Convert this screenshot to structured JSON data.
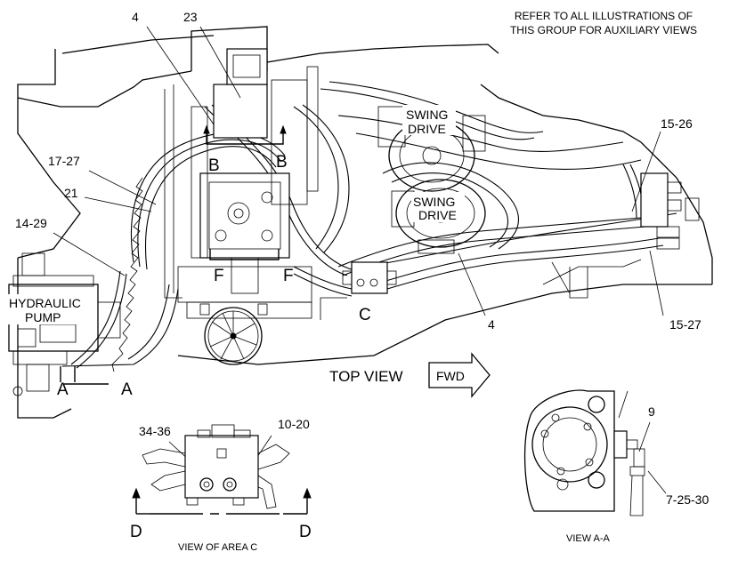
{
  "note": {
    "line1": "REFER TO ALL ILLUSTRATIONS OF",
    "line2": "THIS GROUP FOR AUXILIARY VIEWS"
  },
  "callouts": {
    "c_4_top": "4",
    "c_23": "23",
    "c_17_27": "17-27",
    "c_21": "21",
    "c_14_29": "14-29",
    "c_15_26": "15-26",
    "c_15_27": "15-27",
    "c_4_bottom": "4",
    "c_9": "9",
    "c_7_25_30": "7-25-30",
    "c_34_36": "34-36",
    "c_10_20": "10-20"
  },
  "section_letters": {
    "b_left": "B",
    "b_right": "B",
    "f_left": "F",
    "f_right": "F",
    "a_left": "A",
    "a_right": "A",
    "c": "C",
    "d_left": "D",
    "d_right": "D"
  },
  "components": {
    "swing_drive_top": [
      "SWING",
      "DRIVE"
    ],
    "swing_drive_bottom": [
      "SWING",
      "DRIVE"
    ],
    "hydraulic_pump": [
      "HYDRAULIC",
      "PUMP"
    ]
  },
  "view_labels": {
    "top_view": "TOP VIEW",
    "fwd": "FWD",
    "view_area_c": "VIEW OF AREA C",
    "view_a_a": "VIEW A-A"
  }
}
